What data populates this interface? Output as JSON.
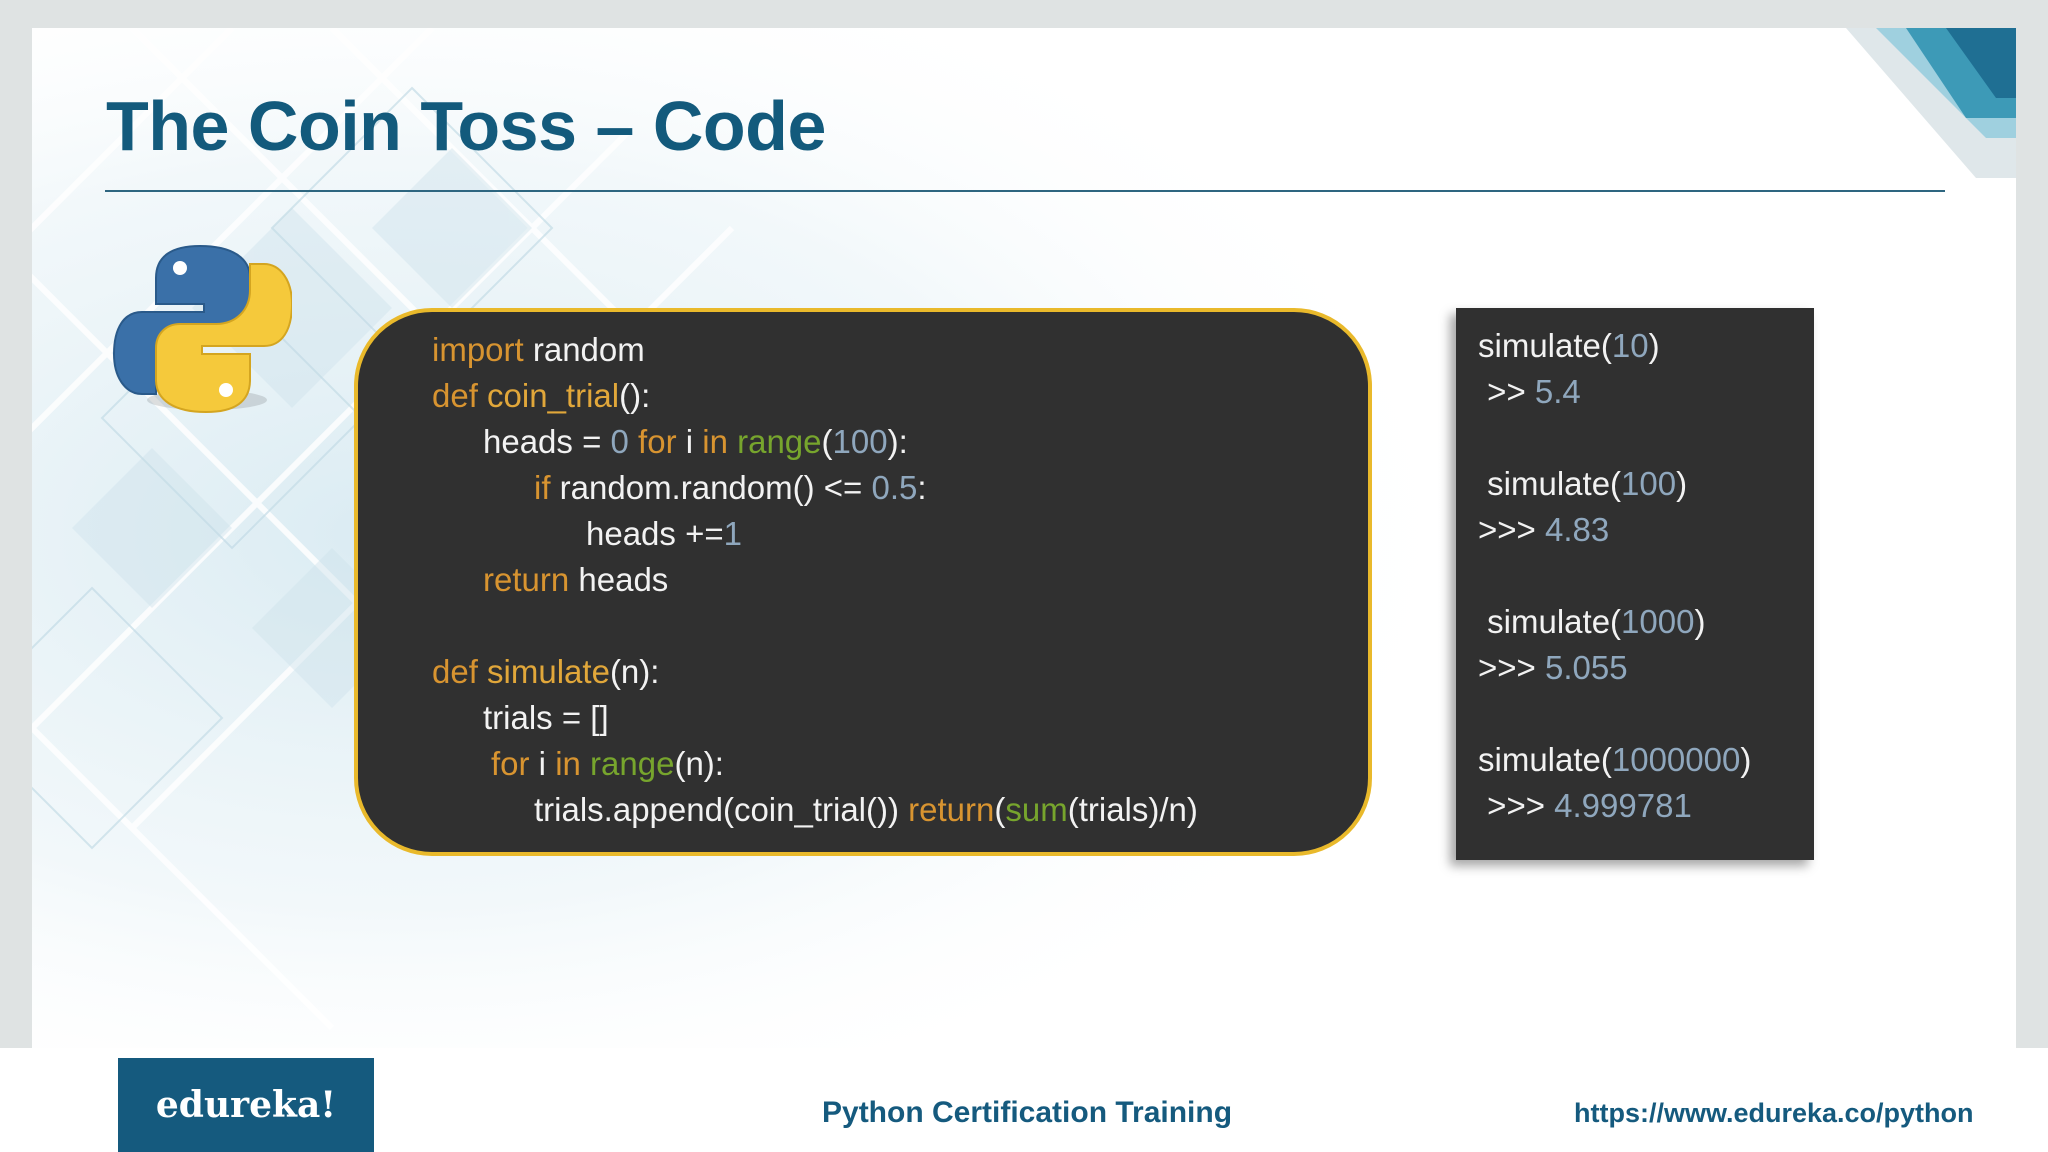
{
  "slide": {
    "title": "The Coin Toss – Code"
  },
  "icons": {
    "python_logo": "python-logo-icon"
  },
  "code": {
    "l1_kw": "import",
    "l1_rest": " random",
    "l2_kw": "def",
    "l2_fn": " coin_trial",
    "l2_rest": "():",
    "l3_a": "heads = ",
    "l3_num0": "0",
    "l3_for": " for",
    "l3_i": " i ",
    "l3_in": "in",
    "l3_range": " range",
    "l3_p1": "(",
    "l3_num100": "100",
    "l3_p2": "):",
    "l4_if": "if",
    "l4_rest": " random.random() <= ",
    "l4_num": "0.5",
    "l4_colon": ":",
    "l5_rest": "heads +=",
    "l5_num": "1",
    "l6_kw": "return",
    "l6_rest": " heads",
    "l7_kw": "def",
    "l7_fn": " simulate",
    "l7_rest": "(n):",
    "l8_rest": "trials = []",
    "l9_for": "for",
    "l9_i": " i ",
    "l9_in": "in",
    "l9_range": " range",
    "l9_rest": "(n):",
    "l10_rest": "trials.append(coin_trial()) ",
    "l10_return": "return",
    "l10_p": "(",
    "l10_sum": "sum",
    "l10_end": "(trials)/n)"
  },
  "output": {
    "c1_fn": "simulate(",
    "c1_num": "10",
    "c1_close": ")",
    "r1_prompt": " >> ",
    "r1_val": "5.4",
    "c2_fn": " simulate(",
    "c2_num": "100",
    "c2_close": ")",
    "r2_prompt": ">>> ",
    "r2_val": "4.83",
    "c3_fn": " simulate(",
    "c3_num": "1000",
    "c3_close": ")",
    "r3_prompt": ">>> ",
    "r3_val": "5.055",
    "c4_fn": "simulate(",
    "c4_num": "1000000",
    "c4_close": ")",
    "r4_prompt": " >>> ",
    "r4_val": "4.999781"
  },
  "footer": {
    "logo": "edureka!",
    "course": "Python Certification Training",
    "url": "https://www.edureka.co/python"
  },
  "colors": {
    "title": "#135a7c",
    "code_bg": "#303030",
    "code_border": "#e9b92b",
    "keyword": "#d89430",
    "builtin": "#77a52d",
    "number": "#8fa7bd",
    "brand": "#155a7e"
  }
}
